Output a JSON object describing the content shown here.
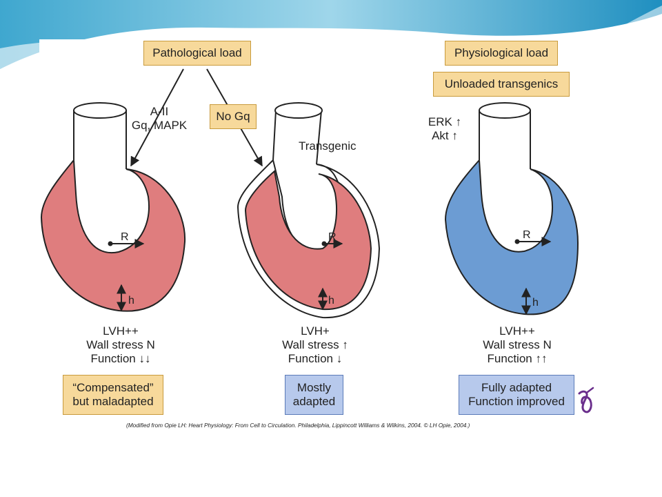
{
  "colors": {
    "pathological": "#df7d7e",
    "physiological": "#6c9cd3",
    "box_fill": "#f7d99b",
    "box_blue_fill": "#b7c9ec"
  },
  "top_boxes": {
    "pathological": "Pathological load",
    "physiological": "Physiological load",
    "unloaded": "Unloaded transgenics",
    "no_gq": "No Gq"
  },
  "signals": {
    "left": "A-II\nGq, MAPK",
    "right": "ERK ↑\nAkt ↑",
    "transgenic": "Transgenic"
  },
  "hearts": [
    {
      "radius_label": "R",
      "thickness_label": "h",
      "lvh": "LVH++",
      "wall_stress": "Wall stress N",
      "function": "Function ↓↓",
      "outcome": "“Compensated”\nbut maladapted"
    },
    {
      "radius_label": "R",
      "thickness_label": "h",
      "lvh": "LVH+",
      "wall_stress": "Wall stress ↑",
      "function": "Function ↓",
      "outcome": "Mostly\nadapted"
    },
    {
      "radius_label": "R",
      "thickness_label": "h",
      "lvh": "LVH++",
      "wall_stress": "Wall stress N",
      "function": "Function ↑↑",
      "outcome": "Fully adapted\nFunction improved"
    }
  ],
  "caption": "(Modified from Opie LH: Heart Physiology: From Cell to Circulation. Philadelphia, Lippincott Williams & Wilkins, 2004. © LH Opie, 2004.)"
}
